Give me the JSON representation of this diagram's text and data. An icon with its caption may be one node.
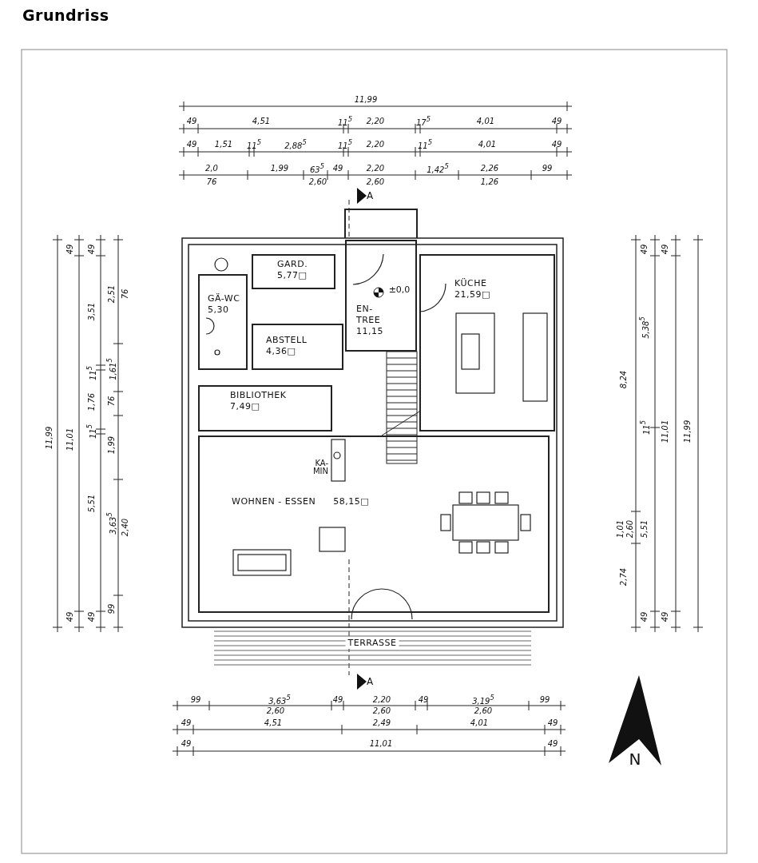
{
  "diagram": {
    "title": "Grundriss",
    "nodes": [
      {
        "text": [
          "GARD.",
          "5,77□"
        ]
      },
      {
        "text": [
          "KÜCHE",
          "21,59□"
        ]
      },
      {
        "text": [
          "GÄ-WC",
          "5,30"
        ]
      },
      {
        "text": [
          "EN- TREE",
          "11,15"
        ]
      },
      {
        "text": [
          "ABSTELL",
          "4,36□"
        ]
      },
      {
        "text": [
          "BIBLIOTHEK",
          "7,49□"
        ]
      },
      {
        "text": [
          "WOHNEN - ESSEN",
          "58,15□"
        ]
      },
      {
        "text": [
          "TERRASSE"
        ]
      }
    ],
    "edges": [],
    "labels": [
      "11,99",
      "49",
      "4,51",
      "11$^{5}$",
      "2,20",
      "17$^{5}$",
      "4,01",
      "49",
      "49",
      "1,51",
      "11$^{5}$",
      "2,88$^{5}$",
      "11$^{5}$",
      "2,20",
      "11$^{5}$",
      "4,01",
      "49",
      "2,0",
      "1,99",
      "63$^{5}$",
      "49",
      "2,20",
      "1,42$^{5}$",
      "2,26",
      "99",
      "76",
      "2,60",
      "2,60",
      "1,26",
      "A",
      "11,99",
      "49",
      "11,01",
      "49",
      "49",
      "3,51",
      "11$^{5}$",
      "1,76",
      "11$^{5}$",
      "5,51",
      "49",
      "2,51",
      "76",
      "1,61$^{5}$",
      "76",
      "1,99",
      "3,63$^{5}$",
      "2,40",
      "99",
      "±0,0",
      "KA- MIN",
      "8,24",
      "1,01",
      "2,60",
      "2,74",
      "49",
      "5,38$^{5}$",
      "11$^{5}$",
      "5,51",
      "49",
      "49",
      "11,01",
      "49",
      "11,99",
      "A",
      "99",
      "3,63$^{5}$",
      "49",
      "2,20",
      "49",
      "3,19$^{5}$",
      "99",
      "2,60",
      "2,60",
      "2,60",
      "49",
      "4,51",
      "2,49",
      "4,01",
      "49",
      "49",
      "11,01",
      "49",
      "N"
    ]
  }
}
